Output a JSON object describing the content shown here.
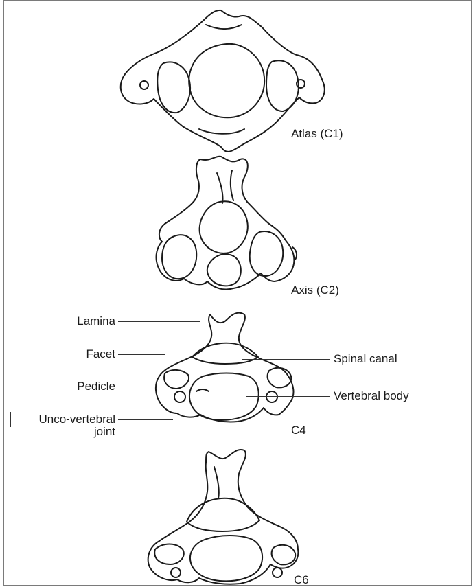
{
  "vertebrae": [
    {
      "id": "c1",
      "caption": "Atlas (C1)"
    },
    {
      "id": "c2",
      "caption": "Axis (C2)"
    },
    {
      "id": "c4",
      "caption": "C4"
    },
    {
      "id": "c6",
      "caption": "C6"
    }
  ],
  "labels": {
    "lamina": "Lamina",
    "facet": "Facet",
    "pedicle": "Pedicle",
    "unco_line1": "Unco-vertebral",
    "unco_line2": "joint",
    "spinal_canal": "Spinal canal",
    "vertebral_body": "Vertebral body"
  },
  "colors": {
    "ink": "#1a1a1a",
    "frame": "#7a7a7a"
  }
}
